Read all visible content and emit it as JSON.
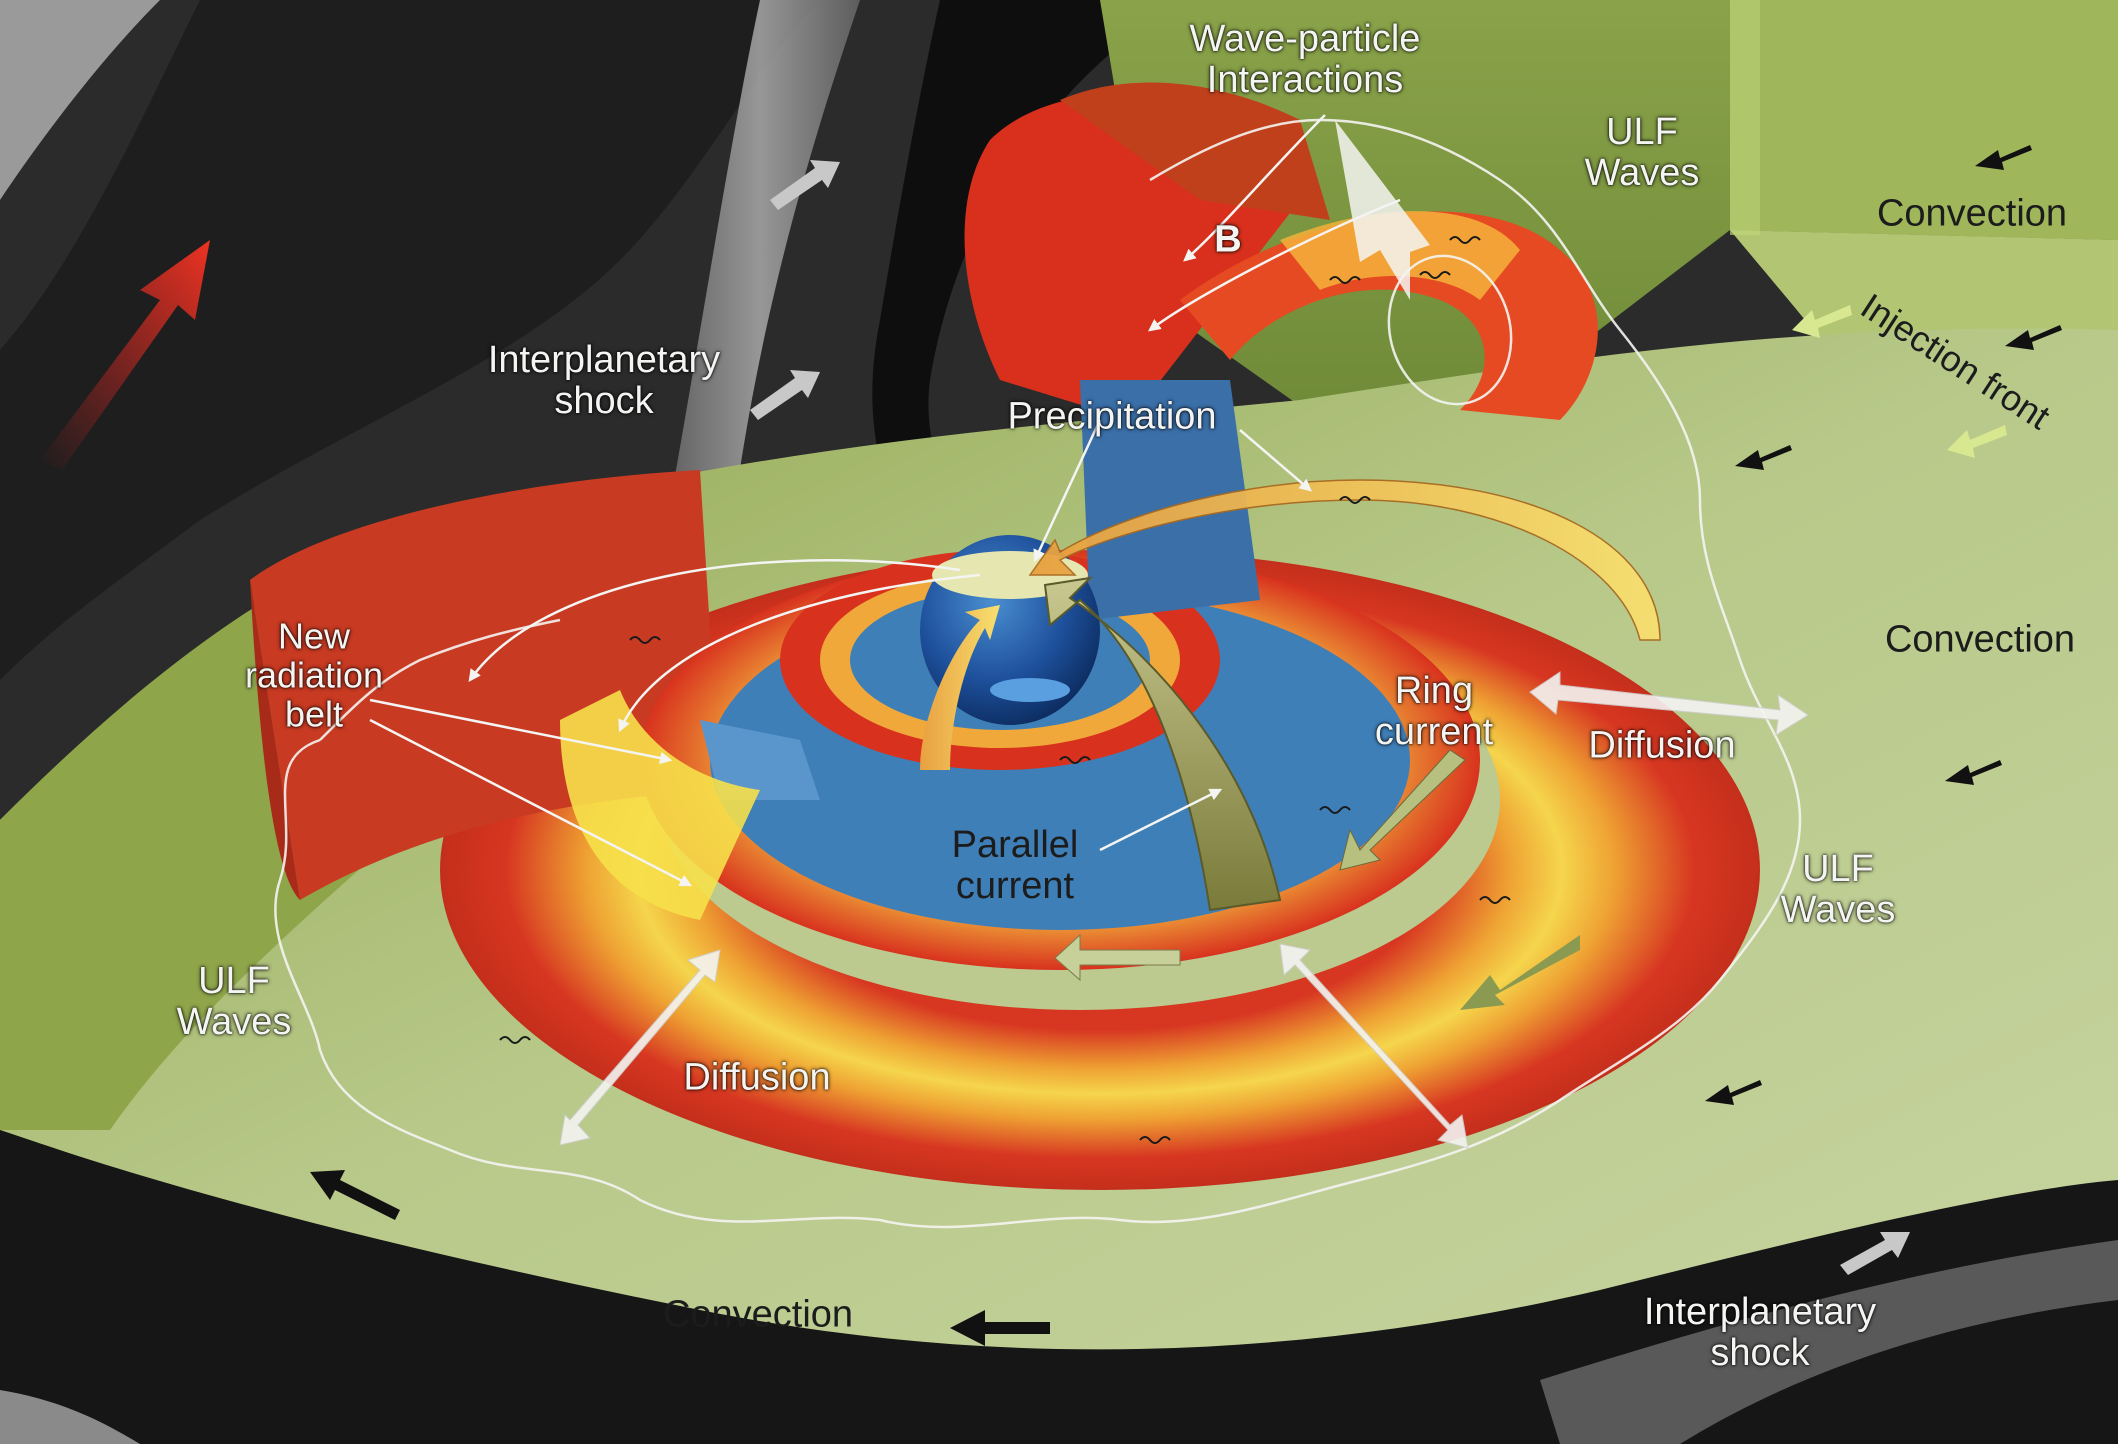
{
  "labels": {
    "wave_particle": "Wave-particle\nInteractions",
    "ulf_top": "ULF\nWaves",
    "convection_top": "Convection",
    "injection_front": "Injection front",
    "b_field": "B",
    "interplanetary_shock_top": "Interplanetary\nshock",
    "precipitation": "Precipitation",
    "new_radiation_belt": "New\nradiation\nbelt",
    "ring_current": "Ring\ncurrent",
    "diffusion_right": "Diffusion",
    "convection_right": "Convection",
    "parallel_current": "Parallel\ncurrent",
    "ulf_right": "ULF\nWaves",
    "ulf_left": "ULF\nWaves",
    "diffusion_bottom": "Diffusion",
    "convection_bottom": "Convection",
    "interplanetary_shock_bottom": "Interplanetary\nshock"
  },
  "colors": {
    "ring_red": "#d8321e",
    "ring_yellow": "#f5c842",
    "inner_blue": "#3f7fb8",
    "plane_green": "#b9c98a",
    "shock_dark": "#262626",
    "label_light": "#f4f4f2"
  },
  "icons": {
    "earth": "earth-globe-icon",
    "arrow": "arrow-icon"
  }
}
